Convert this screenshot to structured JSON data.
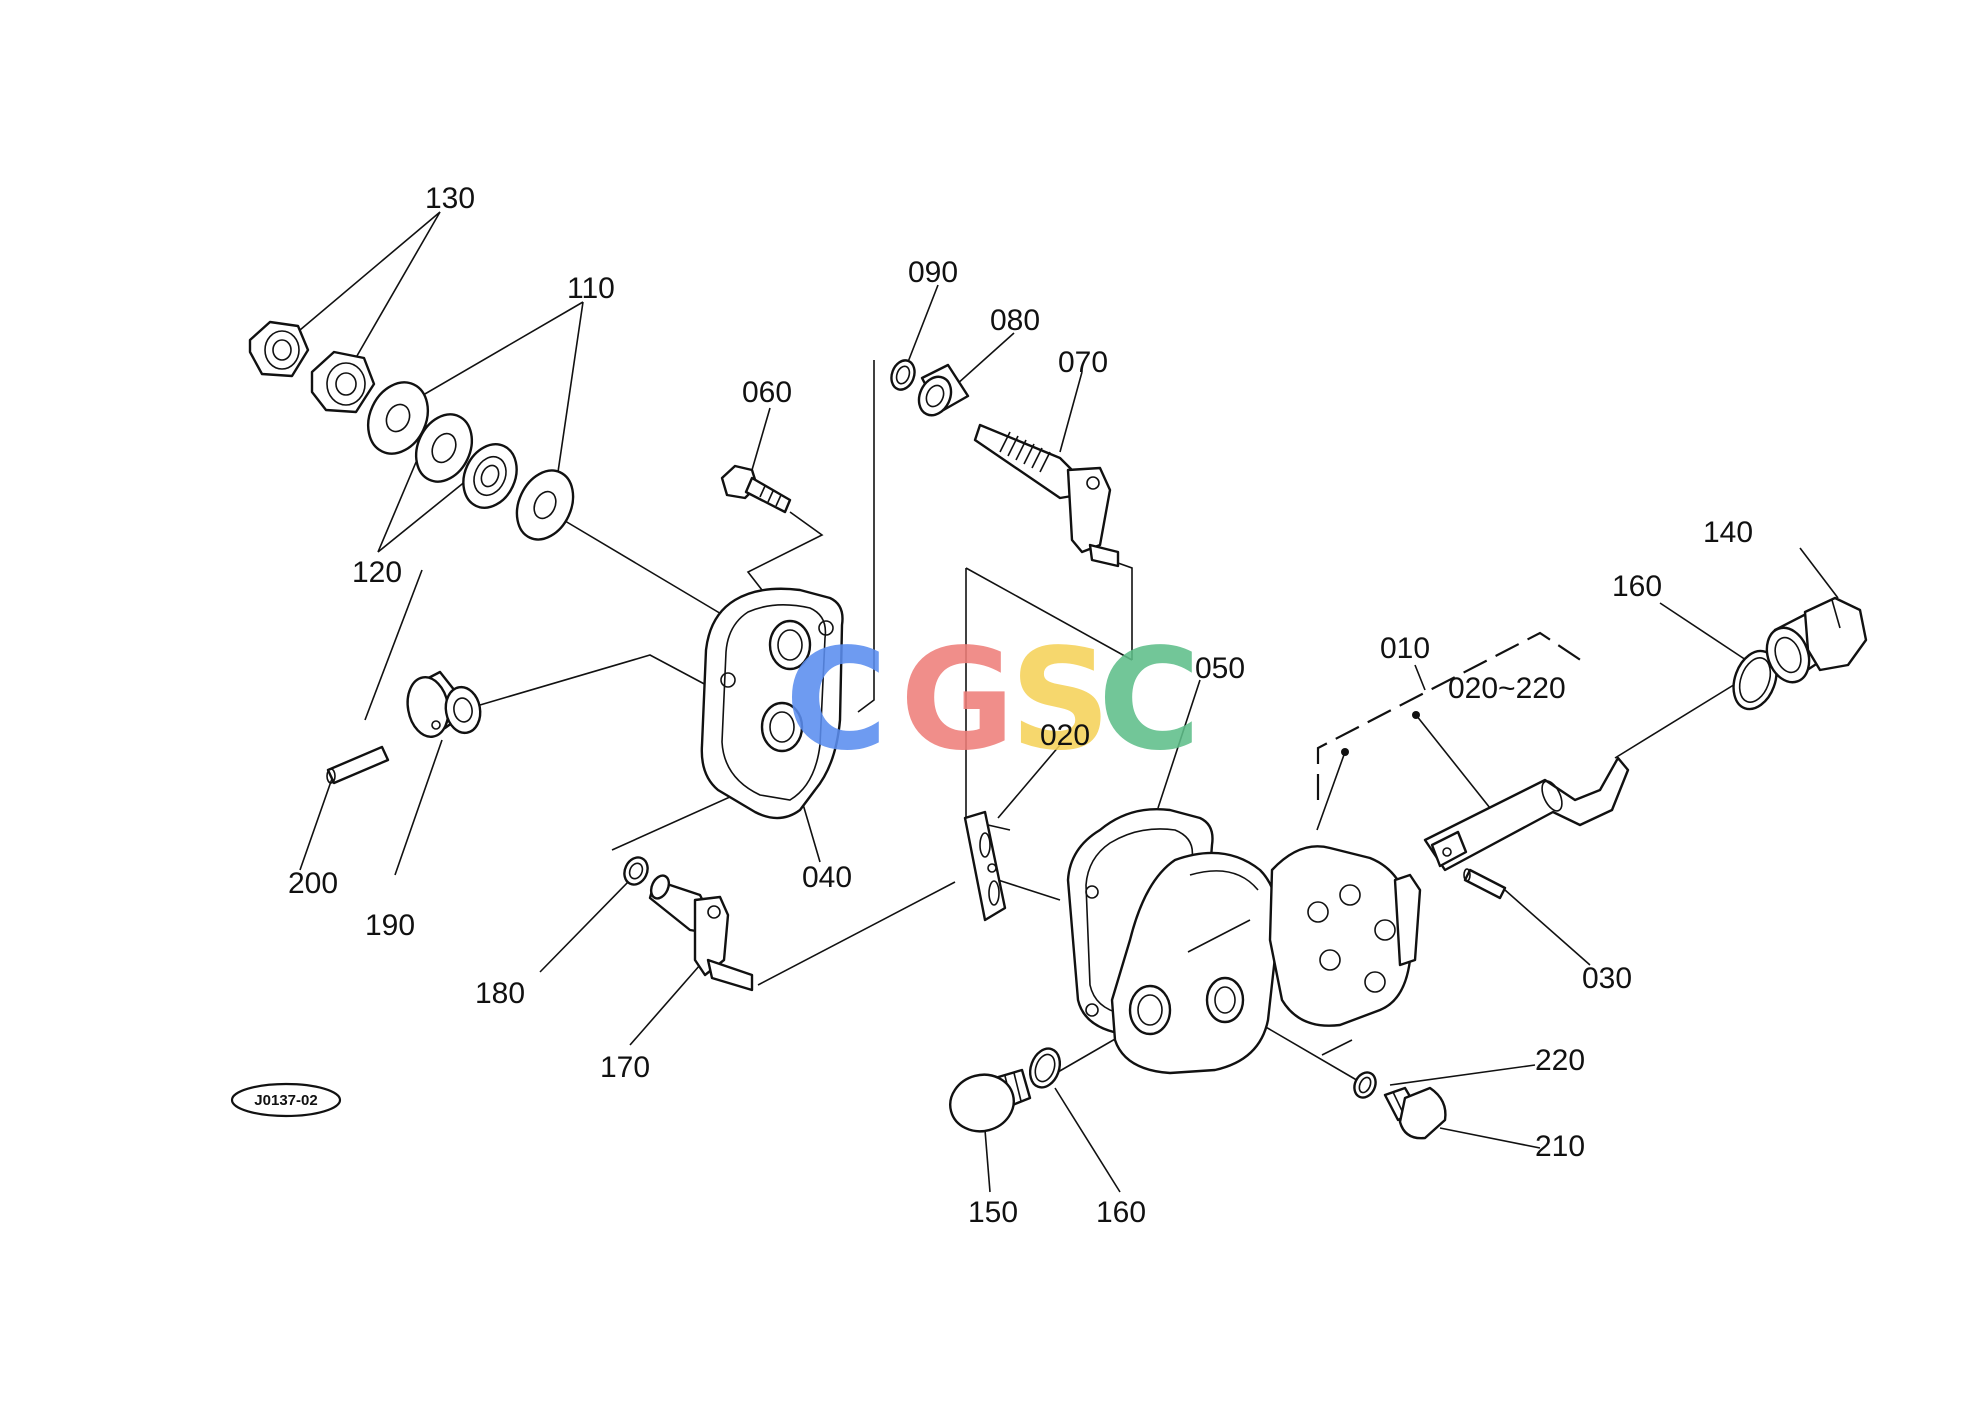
{
  "figure_code": "J0137-02",
  "watermark": {
    "letters": [
      {
        "char": "C",
        "color": "#5b8ef0"
      },
      {
        "char": "G",
        "color": "#ef7f7a"
      },
      {
        "char": "S",
        "color": "#f5d25a"
      },
      {
        "char": "C",
        "color": "#5fbf8a"
      }
    ]
  },
  "callouts": {
    "p010": "010",
    "p020_220": "020~220",
    "p020": "020",
    "p030": "030",
    "p040": "040",
    "p050": "050",
    "p060": "060",
    "p070": "070",
    "p080": "080",
    "p090": "090",
    "p110": "110",
    "p120": "120",
    "p130": "130",
    "p140": "140",
    "p150": "150",
    "p160a": "160",
    "p160b": "160",
    "p170": "170",
    "p180": "180",
    "p190": "190",
    "p200": "200",
    "p210": "210",
    "p220": "220"
  }
}
